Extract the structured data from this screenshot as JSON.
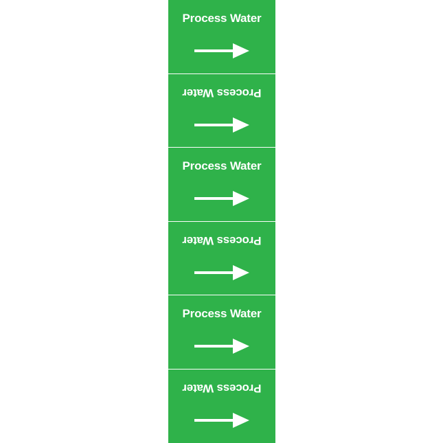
{
  "colors": {
    "label_green": "#2fb24a",
    "text_white": "#ffffff",
    "background": "#ffffff"
  },
  "labels": [
    {
      "text": "Process Water",
      "flipped": false,
      "arrow": "arrow-right-icon"
    },
    {
      "text": "Process Water",
      "flipped": true,
      "arrow": "arrow-right-icon"
    },
    {
      "text": "Process Water",
      "flipped": false,
      "arrow": "arrow-right-icon"
    },
    {
      "text": "Process Water",
      "flipped": true,
      "arrow": "arrow-right-icon"
    },
    {
      "text": "Process Water",
      "flipped": false,
      "arrow": "arrow-right-icon"
    },
    {
      "text": "Process Water",
      "flipped": true,
      "arrow": "arrow-right-icon"
    }
  ]
}
